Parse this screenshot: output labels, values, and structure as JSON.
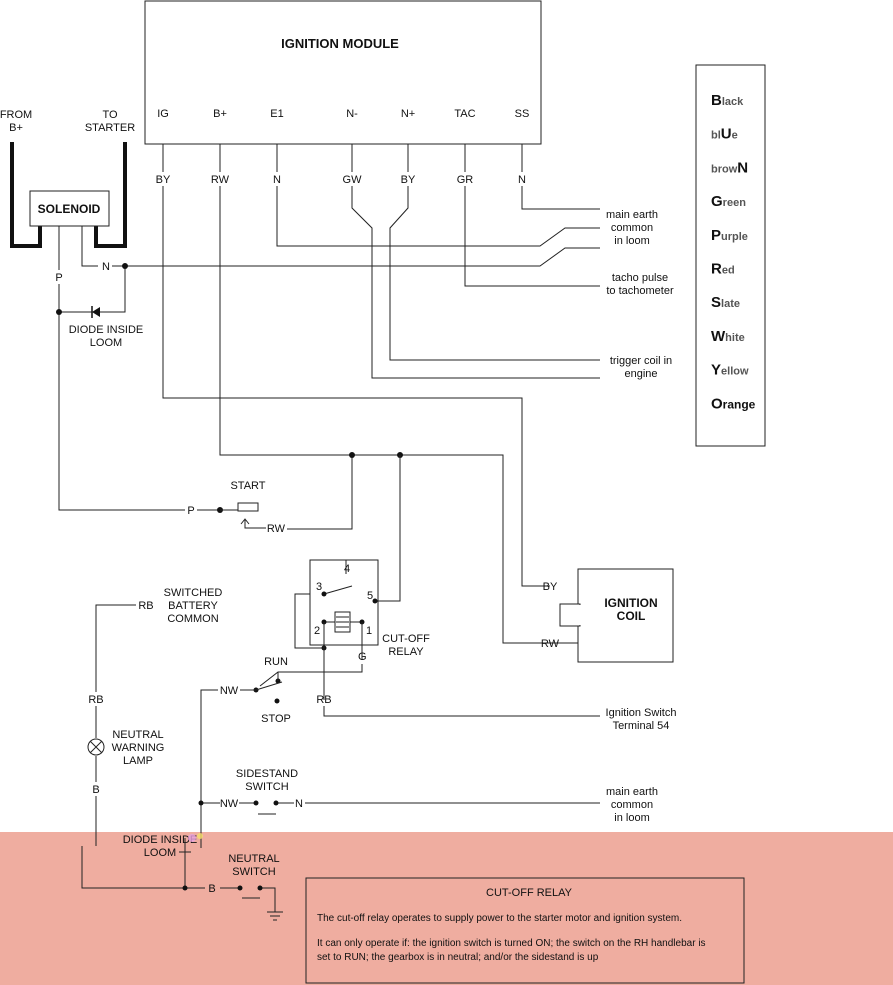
{
  "module": {
    "title": "IGNITION MODULE",
    "pins": [
      "IG",
      "B+",
      "E1",
      "N-",
      "N+",
      "TAC",
      "SS"
    ],
    "wire_colors": [
      "BY",
      "RW",
      "N",
      "GW",
      "BY",
      "GR",
      "N"
    ]
  },
  "solenoid": {
    "title": "SOLENOID",
    "from_label": "FROM\nB+",
    "to_label": "TO\nSTARTER",
    "p_label": "P",
    "n_label": "N"
  },
  "diode_top": "DIODE INSIDE\nLOOM",
  "right_labels": {
    "main_earth": "main earth\ncommon\nin loom",
    "tacho": "tacho pulse\nto tachometer",
    "trigger": "trigger coil in\nengine",
    "ign_switch": "Ignition Switch\nTerminal 54",
    "main_earth2": "main earth\ncommon\nin loom"
  },
  "start": {
    "label": "START",
    "p": "P",
    "rw": "RW"
  },
  "coil": {
    "title": "IGNITION\nCOIL",
    "by": "BY",
    "rw": "RW"
  },
  "relay": {
    "label": "CUT-OFF\nRELAY",
    "t1": "1",
    "t2": "2",
    "t3": "3",
    "t4": "4",
    "t5": "5",
    "g": "G",
    "rb": "RB"
  },
  "switched": {
    "label": "SWITCHED\nBATTERY\nCOMMON",
    "rb": "RB"
  },
  "run_switch": {
    "run": "RUN",
    "stop": "STOP",
    "nw": "NW"
  },
  "lamp": {
    "rb": "RB",
    "label": "NEUTRAL\nWARNING\nLAMP",
    "b": "B"
  },
  "sidestand": {
    "label": "SIDESTAND\nSWITCH",
    "nw": "NW",
    "n": "N"
  },
  "diode_bottom": "DIODE INSIDE\nLOOM",
  "neutral_switch": {
    "label": "NEUTRAL\nSWITCH",
    "b": "B"
  },
  "legend": [
    {
      "big": "B",
      "small": "lack",
      "small_first": false
    },
    {
      "pre": "bl",
      "big": "U",
      "small": "e",
      "mixed": true
    },
    {
      "pre": "brow",
      "big": "N",
      "small": "",
      "mixed": true
    },
    {
      "big": "G",
      "small": "reen"
    },
    {
      "big": "P",
      "small": "urple"
    },
    {
      "big": "R",
      "small": "ed"
    },
    {
      "big": "S",
      "small": "late"
    },
    {
      "big": "W",
      "small": "hite"
    },
    {
      "big": "Y",
      "small": "ellow"
    },
    {
      "big": "O",
      "small": "range",
      "dark": true
    }
  ],
  "note": {
    "title": "CUT-OFF RELAY",
    "line1": "The cut-off relay operates to supply power to the starter motor and ignition system.",
    "line2": "It can only operate if: the ignition switch is turned ON; the switch on the RH handlebar is",
    "line3": "set to RUN; the gearbox is in neutral; and/or the sidestand is up",
    "bg_color": "#efada0"
  }
}
